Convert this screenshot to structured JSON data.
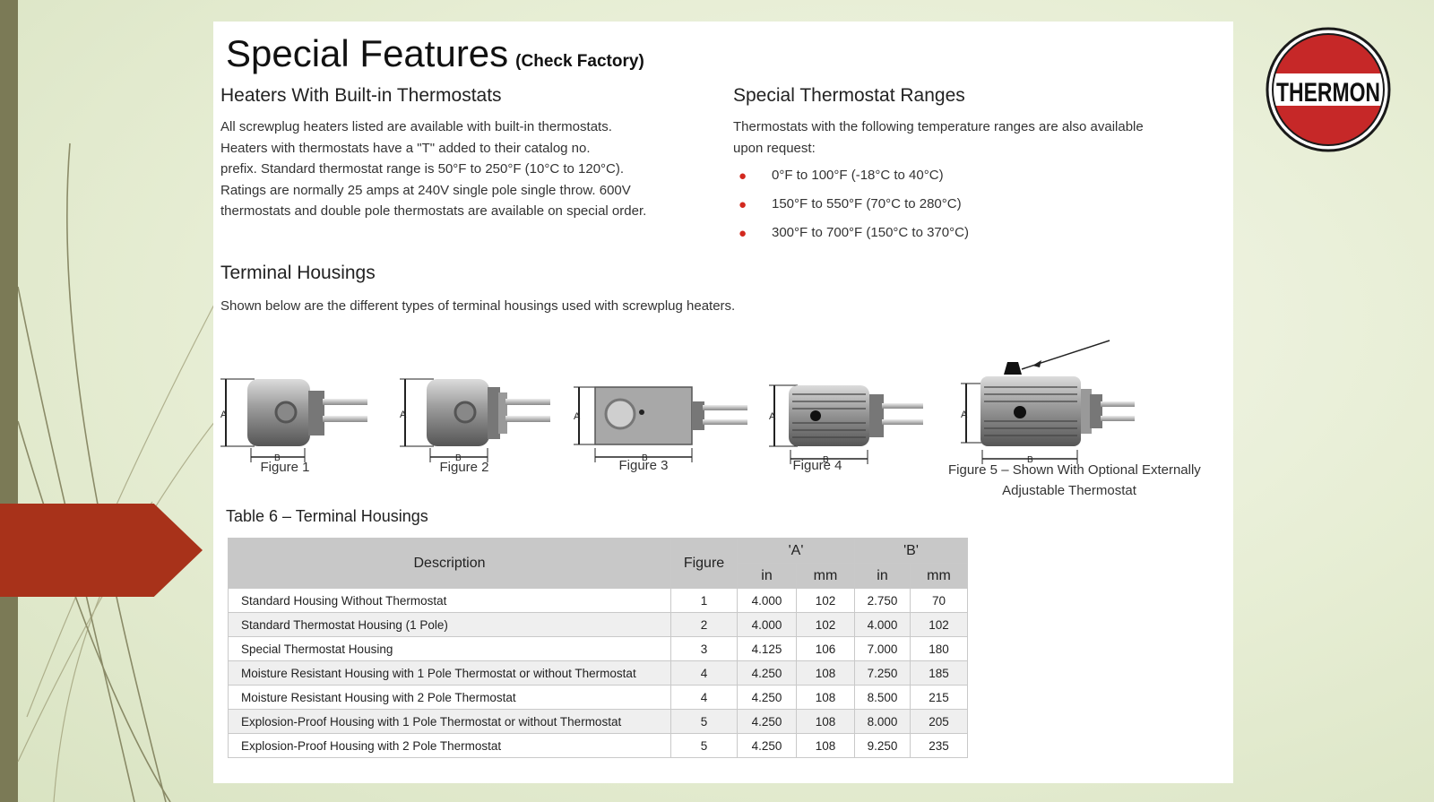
{
  "header": {
    "title": "Special Features",
    "title_note": "(Check Factory)"
  },
  "logo": {
    "text": "THERMON"
  },
  "thermostats": {
    "heading": "Heaters With Built-in Thermostats",
    "lines": [
      "All screwplug heaters listed are available with built-in thermostats.",
      "Heaters with thermostats have a \"T\" added to their catalog no.",
      "prefix. Standard thermostat range is 50°F to 250°F (10°C to 120°C).",
      "Ratings are normally 25 amps at 240V single pole single throw. 600V",
      "thermostats and double pole thermostats are available on special order."
    ]
  },
  "ranges": {
    "heading": "Special Thermostat Ranges",
    "lines": [
      "Thermostats with the following temperature ranges are also available",
      "upon request:"
    ],
    "items": [
      "0°F to 100°F (-18°C to 40°C)",
      "150°F to 550°F (70°C to 280°C)",
      "300°F to 700°F (150°C to 370°C)"
    ]
  },
  "housings": {
    "heading": "Terminal Housings",
    "intro": "Shown below are the different types of terminal housings used with screwplug heaters.",
    "dim_a": "A",
    "dim_b": "B",
    "figures": [
      {
        "caption": "Figure 1"
      },
      {
        "caption": "Figure 2"
      },
      {
        "caption": "Figure 3"
      },
      {
        "caption": "Figure 4"
      },
      {
        "caption_line1": "Figure 5 – Shown With Optional Externally",
        "caption_line2": "Adjustable Thermostat"
      }
    ]
  },
  "table": {
    "title": "Table 6 – Terminal Housings",
    "headers": {
      "description": "Description",
      "figure": "Figure",
      "a": "'A'",
      "b": "'B'",
      "in": "in",
      "mm": "mm"
    },
    "rows": [
      {
        "description": "Standard Housing Without Thermostat",
        "figure": "1",
        "a_in": "4.000",
        "a_mm": "102",
        "b_in": "2.750",
        "b_mm": "70"
      },
      {
        "description": "Standard Thermostat Housing (1 Pole)",
        "figure": "2",
        "a_in": "4.000",
        "a_mm": "102",
        "b_in": "4.000",
        "b_mm": "102"
      },
      {
        "description": "Special Thermostat Housing",
        "figure": "3",
        "a_in": "4.125",
        "a_mm": "106",
        "b_in": "7.000",
        "b_mm": "180"
      },
      {
        "description": "Moisture Resistant Housing with 1 Pole Thermostat or without Thermostat",
        "figure": "4",
        "a_in": "4.250",
        "a_mm": "108",
        "b_in": "7.250",
        "b_mm": "185"
      },
      {
        "description": "Moisture Resistant Housing with 2 Pole Thermostat",
        "figure": "4",
        "a_in": "4.250",
        "a_mm": "108",
        "b_in": "8.500",
        "b_mm": "215"
      },
      {
        "description": "Explosion-Proof Housing with 1 Pole Thermostat or without Thermostat",
        "figure": "5",
        "a_in": "4.250",
        "a_mm": "108",
        "b_in": "8.000",
        "b_mm": "205"
      },
      {
        "description": "Explosion-Proof Housing with 2 Pole Thermostat",
        "figure": "5",
        "a_in": "4.250",
        "a_mm": "108",
        "b_in": "9.250",
        "b_mm": "235"
      }
    ]
  },
  "colors": {
    "slide_background": "#e6edd3",
    "left_bar": "#7b7a56",
    "arrow": "#a8321a",
    "bullet": "#d2281e",
    "logo_red": "#c62828",
    "table_header": "#c8c8c8"
  }
}
